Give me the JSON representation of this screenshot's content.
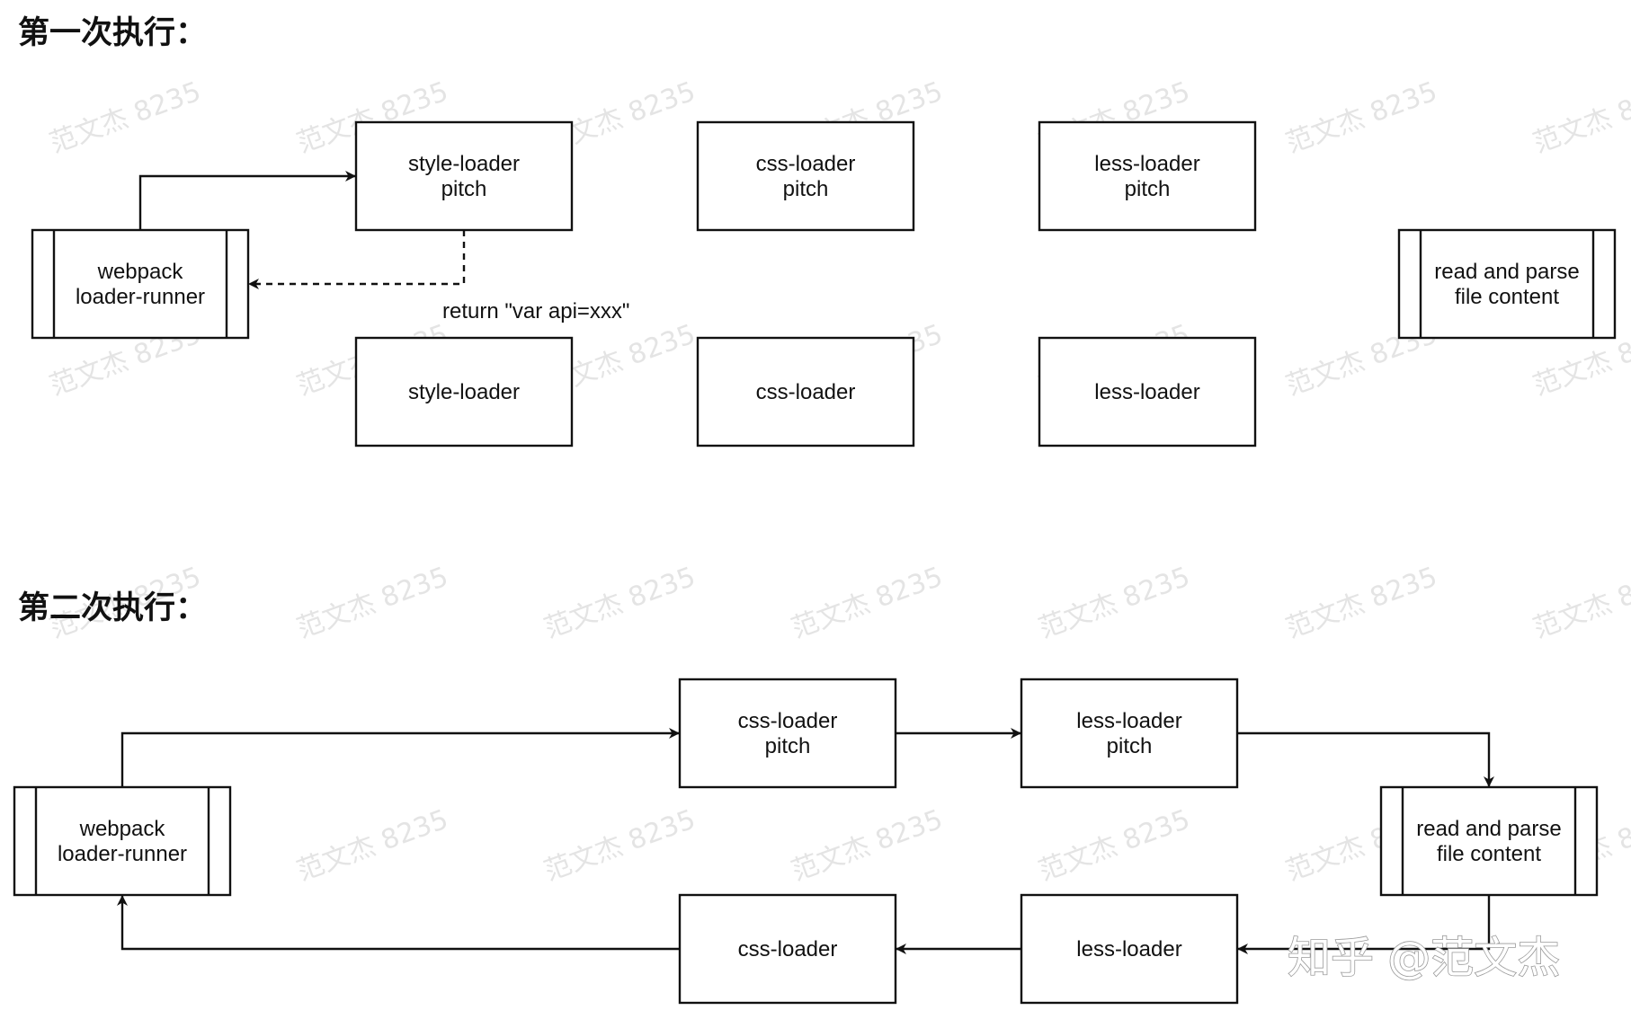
{
  "sections": [
    {
      "title": "第一次执行：",
      "nodes": [
        {
          "id": "runner",
          "label": [
            "webpack",
            "loader-runner"
          ],
          "kind": "process"
        },
        {
          "id": "style_pitch",
          "label": [
            "style-loader",
            "pitch"
          ],
          "kind": "box"
        },
        {
          "id": "css_pitch",
          "label": [
            "css-loader",
            "pitch"
          ],
          "kind": "box"
        },
        {
          "id": "less_pitch",
          "label": [
            "less-loader",
            "pitch"
          ],
          "kind": "box"
        },
        {
          "id": "read",
          "label": [
            "read and parse",
            "file content"
          ],
          "kind": "process"
        },
        {
          "id": "style",
          "label": [
            "style-loader"
          ],
          "kind": "box"
        },
        {
          "id": "css",
          "label": [
            "css-loader"
          ],
          "kind": "box"
        },
        {
          "id": "less",
          "label": [
            "less-loader"
          ],
          "kind": "box"
        }
      ],
      "edges": [
        {
          "from": "runner",
          "to": "style_pitch",
          "style": "solid",
          "label": ""
        },
        {
          "from": "style_pitch",
          "to": "runner",
          "style": "dashed",
          "label": "return \"var api=xxx\""
        }
      ]
    },
    {
      "title": "第二次执行：",
      "nodes": [
        {
          "id": "runner",
          "label": [
            "webpack",
            "loader-runner"
          ],
          "kind": "process"
        },
        {
          "id": "css_pitch",
          "label": [
            "css-loader",
            "pitch"
          ],
          "kind": "box"
        },
        {
          "id": "less_pitch",
          "label": [
            "less-loader",
            "pitch"
          ],
          "kind": "box"
        },
        {
          "id": "read",
          "label": [
            "read and parse",
            "file content"
          ],
          "kind": "process"
        },
        {
          "id": "css",
          "label": [
            "css-loader"
          ],
          "kind": "box"
        },
        {
          "id": "less",
          "label": [
            "less-loader"
          ],
          "kind": "box"
        }
      ],
      "edges": [
        {
          "from": "runner",
          "to": "css_pitch",
          "style": "solid",
          "label": ""
        },
        {
          "from": "css_pitch",
          "to": "less_pitch",
          "style": "solid",
          "label": ""
        },
        {
          "from": "less_pitch",
          "to": "read",
          "style": "solid",
          "label": ""
        },
        {
          "from": "read",
          "to": "less",
          "style": "solid",
          "label": ""
        },
        {
          "from": "less",
          "to": "css",
          "style": "solid",
          "label": ""
        },
        {
          "from": "css",
          "to": "runner",
          "style": "solid",
          "label": ""
        }
      ]
    }
  ],
  "watermark": {
    "text": "范文杰 8235",
    "brand": "知乎 @范文杰"
  },
  "colors": {
    "stroke": "#111111",
    "background": "#ffffff",
    "watermark": "#c4c4c4"
  }
}
